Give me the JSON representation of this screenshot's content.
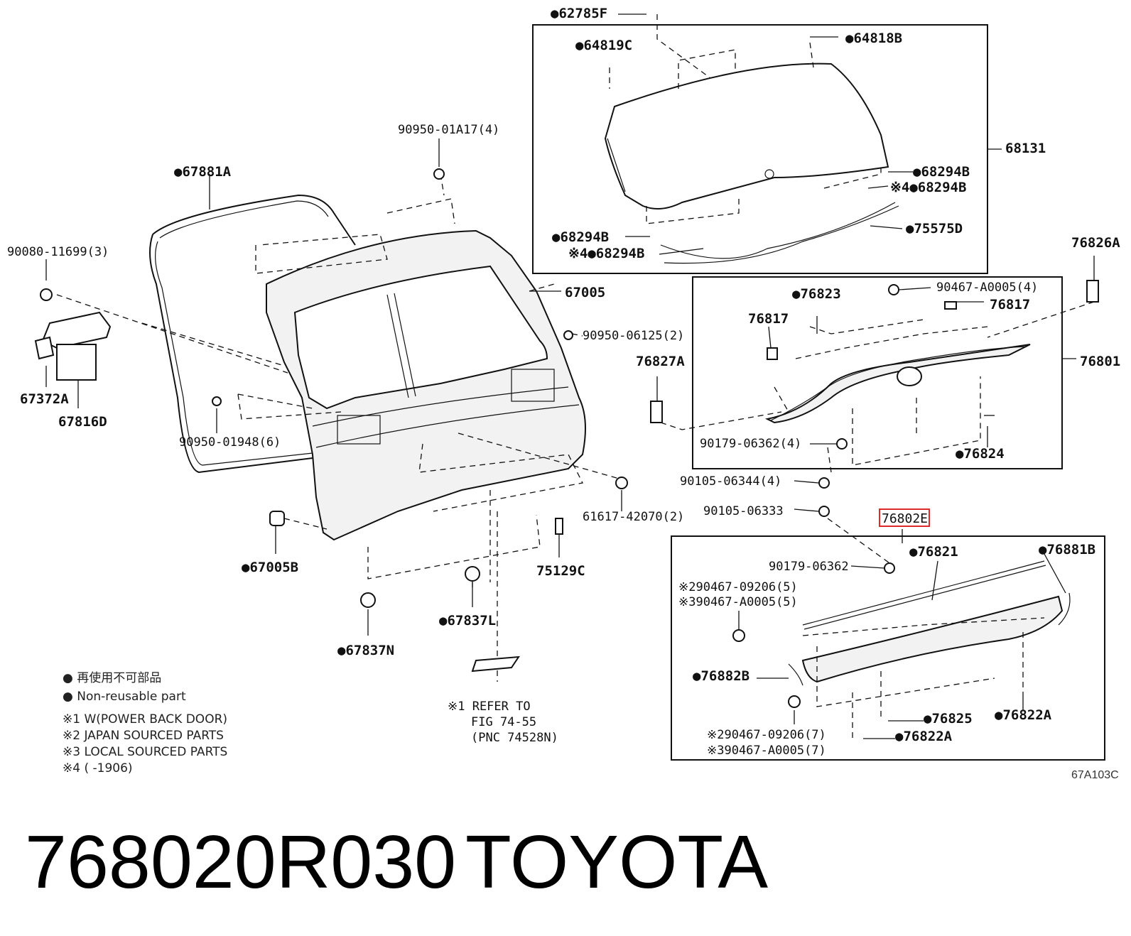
{
  "labels": {
    "l62785F": "●62785F",
    "l64819C": "●64819C",
    "l64818B": "●64818B",
    "l68131": "68131",
    "l68294B_1": "●68294B",
    "l68294B_2": "※4●68294B",
    "l68294B_3": "●68294B",
    "l68294B_4": "※4●68294B",
    "l75575D": "●75575D",
    "l90950_01A17": "90950-01A17(4)",
    "l67881A": "●67881A",
    "l90080": "90080-11699(3)",
    "l67005": "67005",
    "l90950_06125": "90950-06125(2)",
    "l67372A": "67372A",
    "l67816D": "67816D",
    "l90950_01948": "90950-01948(6)",
    "l76826A": "76826A",
    "l76823": "●76823",
    "l90467_A0005_4": "90467-A0005(4)",
    "l76817_a": "76817",
    "l76817_b": "76817",
    "l76801": "76801",
    "l76827A": "76827A",
    "l90179_4": "90179-06362(4)",
    "l76824": "●76824",
    "l90105_06344": "90105-06344(4)",
    "l61617": "61617-42070(2)",
    "l90105_06333": "90105-06333",
    "l76802E": "76802E",
    "l67005B": "●67005B",
    "l75129C": "75129C",
    "l90179_b": "90179-06362",
    "l76821": "●76821",
    "l76881B": "●76881B",
    "l90467_09206_5": "※290467-09206(5)",
    "l90467_A0005_5": "※390467-A0005(5)",
    "l67837L": "●67837L",
    "l67837N": "●67837N",
    "l76882B": "●76882B",
    "l76825": "●76825",
    "l76822A_a": "●76822A",
    "l76822A_b": "●76822A",
    "l90467_09206_7": "※290467-09206(7)",
    "l90467_A0005_7": "※390467-A0005(7)",
    "refer1": "※1 REFER TO",
    "refer2": "FIG 74-55",
    "refer3": "(PNC 74528N)"
  },
  "legend": {
    "jp": "● 再使用不可部品",
    "en": "● Non-reusable part",
    "n1": "※1 W(POWER BACK DOOR)",
    "n2": "※2 JAPAN SOURCED PARTS",
    "n3": "※3 LOCAL SOURCED PARTS",
    "n4": "※4 (        -1906)"
  },
  "diagram_code": "67A103C",
  "footer": {
    "part_number": "768020R030",
    "brand": "TOYOTA"
  },
  "highlight_color": "#e0292b"
}
